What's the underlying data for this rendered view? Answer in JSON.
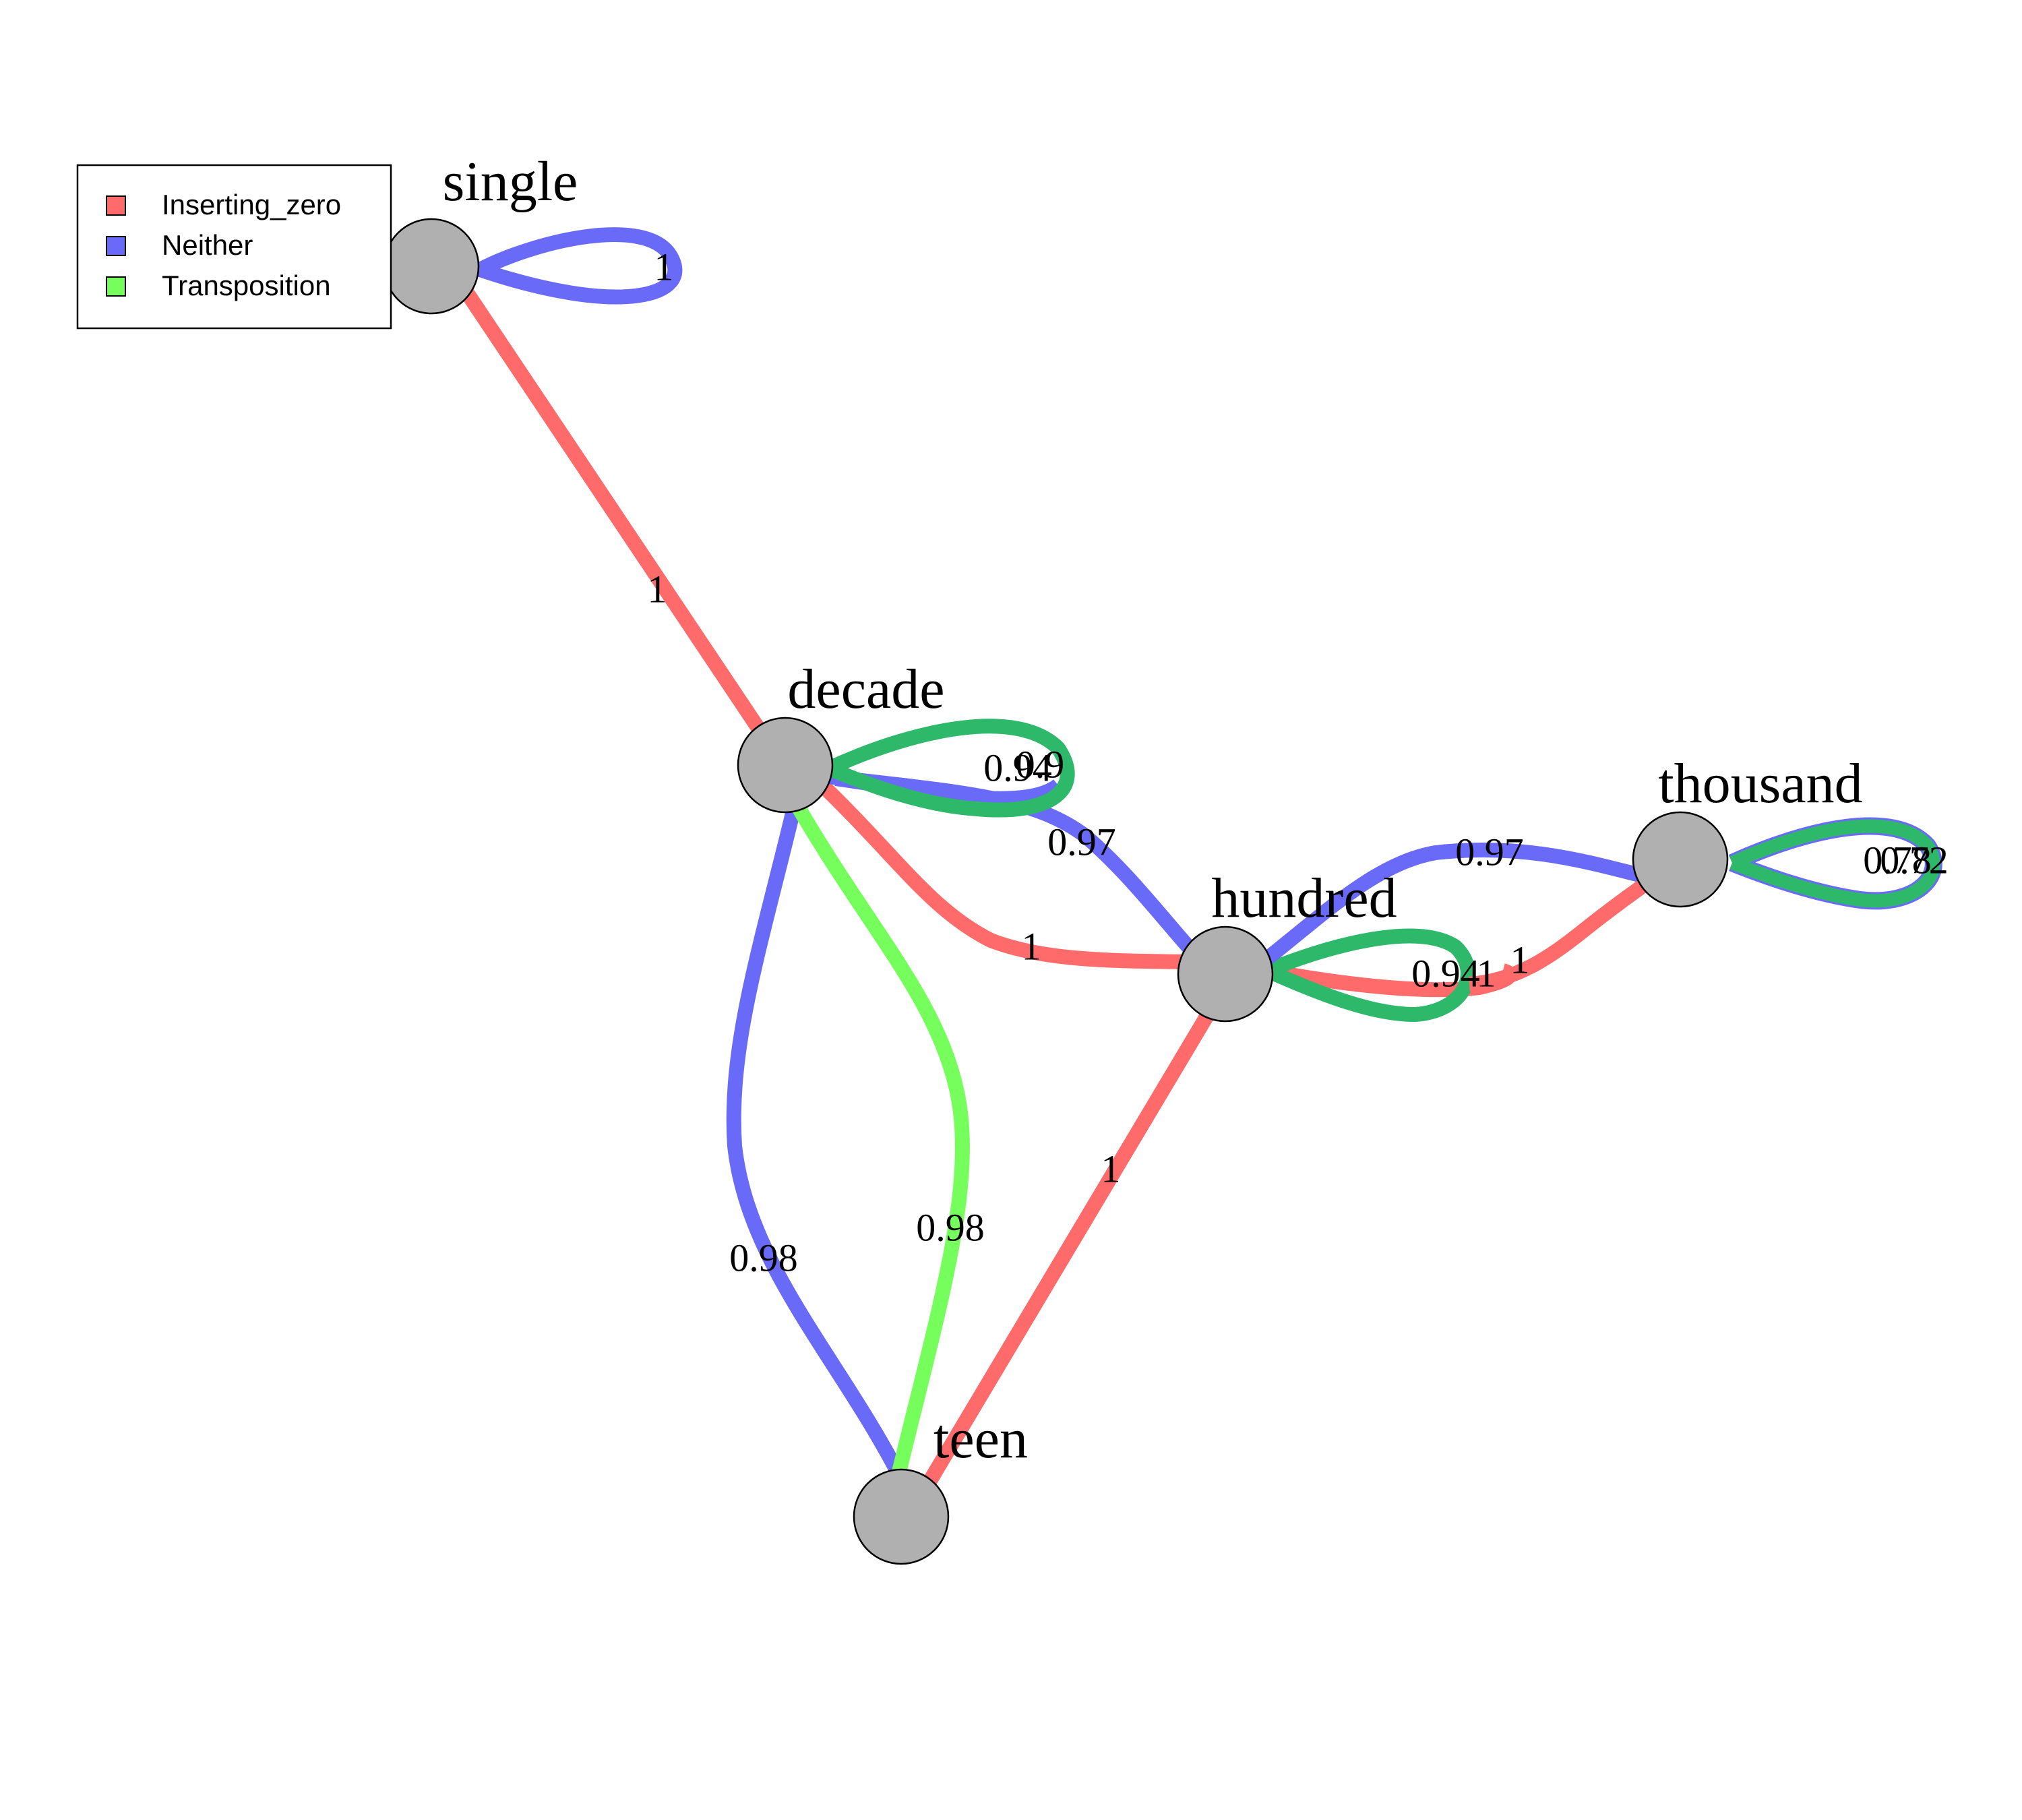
{
  "legend": {
    "items": [
      {
        "label": "Inserting_zero",
        "color": "#ff6a6a"
      },
      {
        "label": "Neither",
        "color": "#6a6af8"
      },
      {
        "label": "Transposition",
        "color": "#76ff5c"
      }
    ]
  },
  "nodes": [
    {
      "id": "single",
      "label": "single"
    },
    {
      "id": "decade",
      "label": "decade"
    },
    {
      "id": "hundred",
      "label": "hundred"
    },
    {
      "id": "thousand",
      "label": "thousand"
    },
    {
      "id": "teen",
      "label": "teen"
    }
  ],
  "edges": [
    {
      "from": "single",
      "to": "single",
      "type": "Neither",
      "label": "1"
    },
    {
      "from": "single",
      "to": "decade",
      "type": "Inserting_zero",
      "label": "1"
    },
    {
      "from": "decade",
      "to": "decade",
      "type": "Transposition",
      "label": "0.94"
    },
    {
      "from": "decade",
      "to": "decade",
      "type": "Neither",
      "label": "0.9"
    },
    {
      "from": "decade",
      "to": "hundred",
      "type": "Neither",
      "label": "0.97"
    },
    {
      "from": "decade",
      "to": "hundred",
      "type": "Inserting_zero",
      "label": "1"
    },
    {
      "from": "decade",
      "to": "teen",
      "type": "Neither",
      "label": "0.98"
    },
    {
      "from": "decade",
      "to": "teen",
      "type": "Transposition",
      "label": "0.98"
    },
    {
      "from": "hundred",
      "to": "hundred",
      "type": "Transposition",
      "label": "0.94"
    },
    {
      "from": "hundred",
      "to": "hundred",
      "type": "Inserting_zero",
      "label": "1"
    },
    {
      "from": "hundred",
      "to": "thousand",
      "type": "Neither",
      "label": "0.97"
    },
    {
      "from": "hundred",
      "to": "thousand",
      "type": "Inserting_zero",
      "label": "1"
    },
    {
      "from": "hundred",
      "to": "teen",
      "type": "Inserting_zero",
      "label": "1"
    },
    {
      "from": "thousand",
      "to": "thousand",
      "type": "Transposition",
      "label": "0.78"
    },
    {
      "from": "thousand",
      "to": "thousand",
      "type": "Neither",
      "label": "0.72"
    }
  ]
}
